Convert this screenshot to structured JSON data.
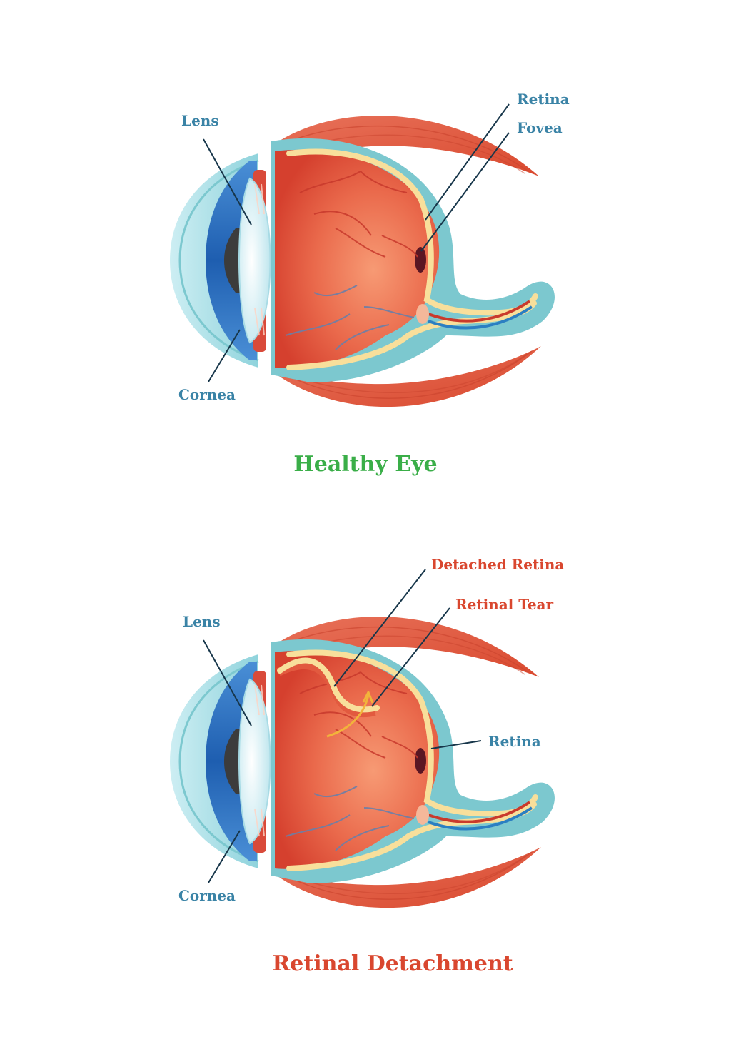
{
  "healthy": {
    "title": "Healthy Eye",
    "labels": {
      "lens": "Lens",
      "retina": "Retina",
      "fovea": "Fovea",
      "cornea": "Cornea"
    }
  },
  "detached": {
    "title": "Retinal Detachment",
    "labels": {
      "lens": "Lens",
      "detached_retina": "Detached Retina",
      "retinal_tear": "Retinal Tear",
      "retina": "Retina",
      "cornea": "Cornea"
    }
  },
  "colors": {
    "sclera_outline": "#7cc8cf",
    "muscle": "#e0604a",
    "eye_interior": "#e25a3f",
    "retina_layer": "#f8df9b",
    "cornea_blue": "#3a7fc8",
    "lens": "#dff3f8",
    "label_blue": "#3a83a6",
    "label_red": "#d9472f",
    "title_green": "#3aae48",
    "arrow_orange": "#f2b33b"
  }
}
